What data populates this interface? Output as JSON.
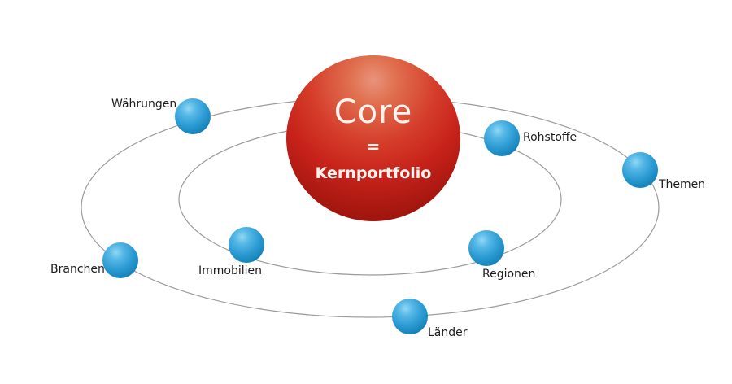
{
  "diagram": {
    "type": "core-satellite-orbit",
    "center": {
      "title": "Core",
      "equals": "=",
      "subtitle": "Kernportfolio"
    },
    "satellites": [
      {
        "label": "Währungen",
        "orbit": "outer"
      },
      {
        "label": "Rohstoffe",
        "orbit": "inner"
      },
      {
        "label": "Themen",
        "orbit": "outer"
      },
      {
        "label": "Branchen",
        "orbit": "outer"
      },
      {
        "label": "Immobilien",
        "orbit": "inner"
      },
      {
        "label": "Regionen",
        "orbit": "inner"
      },
      {
        "label": "Länder",
        "orbit": "outer"
      }
    ],
    "colors": {
      "core_red": "#c7221a",
      "core_red_dark": "#8a110b",
      "core_red_highlight": "#e9937c",
      "satellite_blue": "#2a9ad2",
      "satellite_blue_highlight": "#90d8f4",
      "satellite_blue_dark": "#0d6aa0",
      "orbit_line": "#9b9b9b",
      "label_text": "#1c1c1c",
      "core_text": "#fdf4ef",
      "background": "#ffffff"
    }
  }
}
